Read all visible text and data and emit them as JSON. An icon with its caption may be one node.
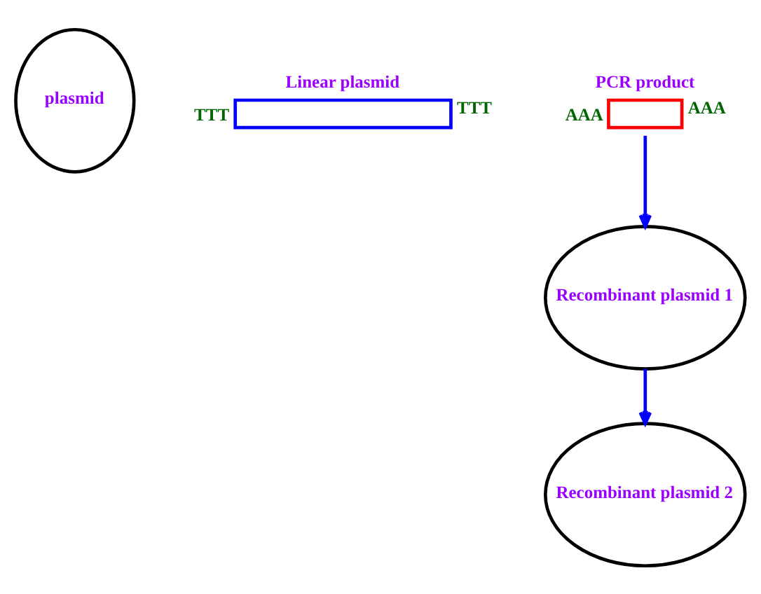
{
  "diagram": {
    "nodes": [
      {
        "text": [
          "plasmid"
        ]
      },
      {
        "text": [
          "Linear plasmid"
        ],
        "beside": [
          "TTT",
          "TTT"
        ]
      },
      {
        "text": [
          "PCR product"
        ],
        "beside": [
          "AAA",
          "AAA"
        ]
      },
      {
        "text": [
          "Recombinant plasmid 1"
        ]
      },
      {
        "text": [
          "Recombinant plasmid 2"
        ]
      }
    ],
    "edges": [
      {
        "from": 2,
        "to": 3,
        "arrow": "to"
      },
      {
        "from": 3,
        "to": 4,
        "arrow": "to"
      }
    ]
  }
}
